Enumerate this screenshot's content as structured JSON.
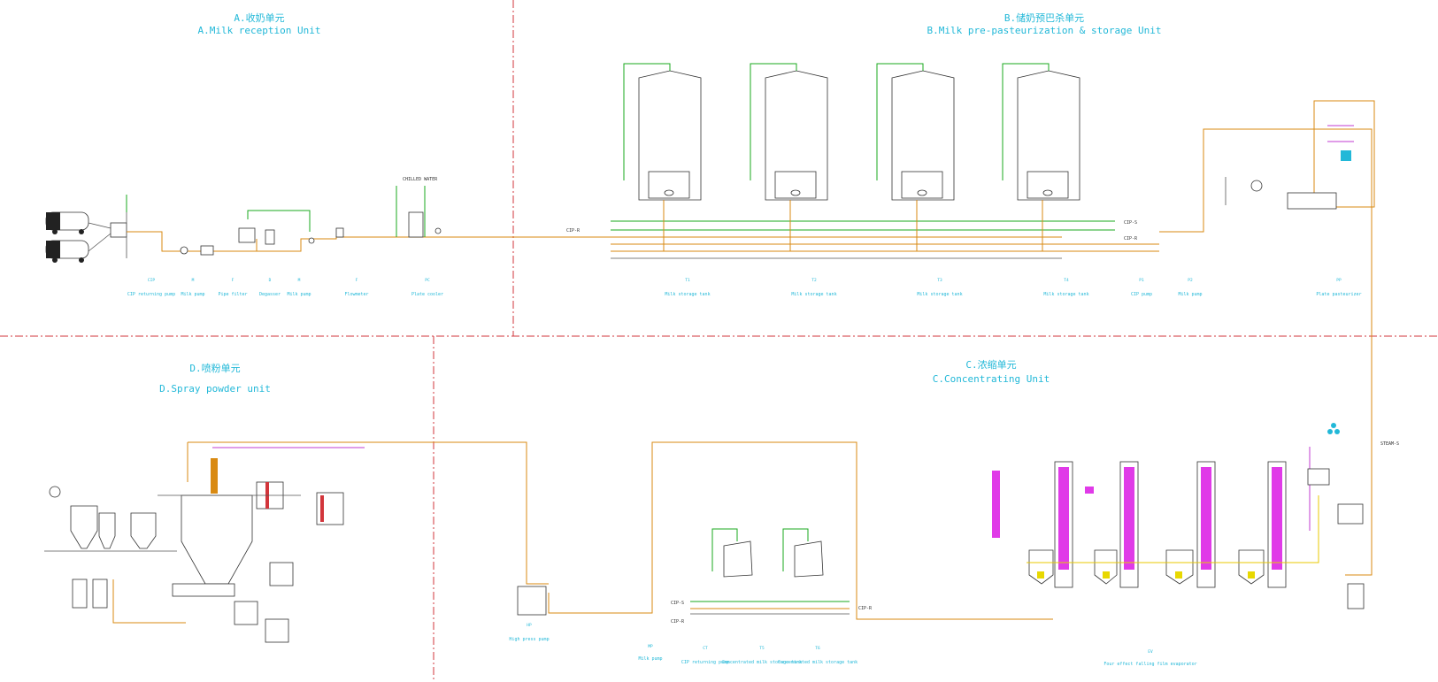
{
  "zones": {
    "a": {
      "title_cn": "A.收奶单元",
      "title_en": "A.Milk reception Unit"
    },
    "b": {
      "title_cn": "B.储奶预巴杀单元",
      "title_en": "B.Milk pre-pasteurization & storage Unit"
    },
    "c": {
      "title_cn": "C.浓缩单元",
      "title_en": "C.Concentrating Unit"
    },
    "d": {
      "title_cn": "D.喷粉单元",
      "title_en": "D.Spray powder unit"
    }
  },
  "zone_a_equipment": [
    {
      "tag": "CIP",
      "name": "CIP returning pump"
    },
    {
      "tag": "M",
      "name": "Milk pump"
    },
    {
      "tag": "F",
      "name": "Pipe filter"
    },
    {
      "tag": "D",
      "name": "Degasser"
    },
    {
      "tag": "M",
      "name": "Milk pump"
    },
    {
      "tag": "F",
      "name": "Flowmeter"
    },
    {
      "tag": "PC",
      "name": "Plate cooler"
    }
  ],
  "zone_b_equipment": [
    {
      "tag": "T1",
      "name": "Milk storage tank"
    },
    {
      "tag": "T2",
      "name": "Milk storage tank"
    },
    {
      "tag": "T3",
      "name": "Milk storage tank"
    },
    {
      "tag": "T4",
      "name": "Milk storage tank"
    },
    {
      "tag": "P1",
      "name": "CIP pump"
    },
    {
      "tag": "P2",
      "name": "Milk pump"
    },
    {
      "tag": "PP",
      "name": "Plate pasteurizer"
    }
  ],
  "zone_c_equipment": [
    {
      "tag": "HP",
      "name": "High press pump"
    },
    {
      "tag": "MP",
      "name": "Milk pump"
    },
    {
      "tag": "CT",
      "name": "CIP returning pump"
    },
    {
      "tag": "T5",
      "name": "Concentrated milk storage tank"
    },
    {
      "tag": "T6",
      "name": "Concentrated milk storage tank"
    },
    {
      "tag": "EV",
      "name": "Four effect falling film evaporator"
    }
  ],
  "stream_labels": {
    "cip_supply": "CIP-S",
    "cip_return": "CIP-R",
    "steam": "STEAM-S",
    "chilled_water": "CHILLED WATER"
  },
  "colors": {
    "zone_border": "#d2353b",
    "milk_line": "#d98a12",
    "cip_line": "#18a81e",
    "heating_column": "#e03ae8",
    "label_text": "#22b8d8"
  }
}
